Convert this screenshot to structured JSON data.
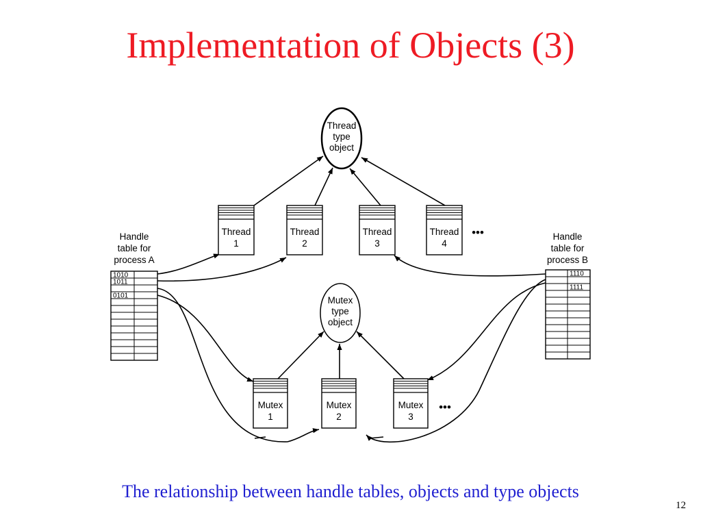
{
  "slide": {
    "title": "Implementation of Objects (3)",
    "caption": "The relationship between handle tables, objects and type objects",
    "page_number": "12",
    "colors": {
      "title": "#ee1b24",
      "caption": "#1f1fd0",
      "line": "#000000"
    }
  },
  "diagram": {
    "thread_type_object": [
      "Thread",
      "type",
      "object"
    ],
    "mutex_type_object": [
      "Mutex",
      "type",
      "object"
    ],
    "threads": [
      {
        "line1": "Thread",
        "line2": "1"
      },
      {
        "line1": "Thread",
        "line2": "2"
      },
      {
        "line1": "Thread",
        "line2": "3"
      },
      {
        "line1": "Thread",
        "line2": "4"
      }
    ],
    "mutexes": [
      {
        "line1": "Mutex",
        "line2": "1"
      },
      {
        "line1": "Mutex",
        "line2": "2"
      },
      {
        "line1": "Mutex",
        "line2": "3"
      }
    ],
    "handle_table_a": {
      "label": [
        "Handle",
        "table for",
        "process A"
      ],
      "entries": [
        "1010",
        "1011",
        "0101"
      ]
    },
    "handle_table_b": {
      "label": [
        "Handle",
        "table for",
        "process B"
      ],
      "entries": [
        "1110",
        "1111"
      ]
    },
    "ellipsis": "•••"
  }
}
